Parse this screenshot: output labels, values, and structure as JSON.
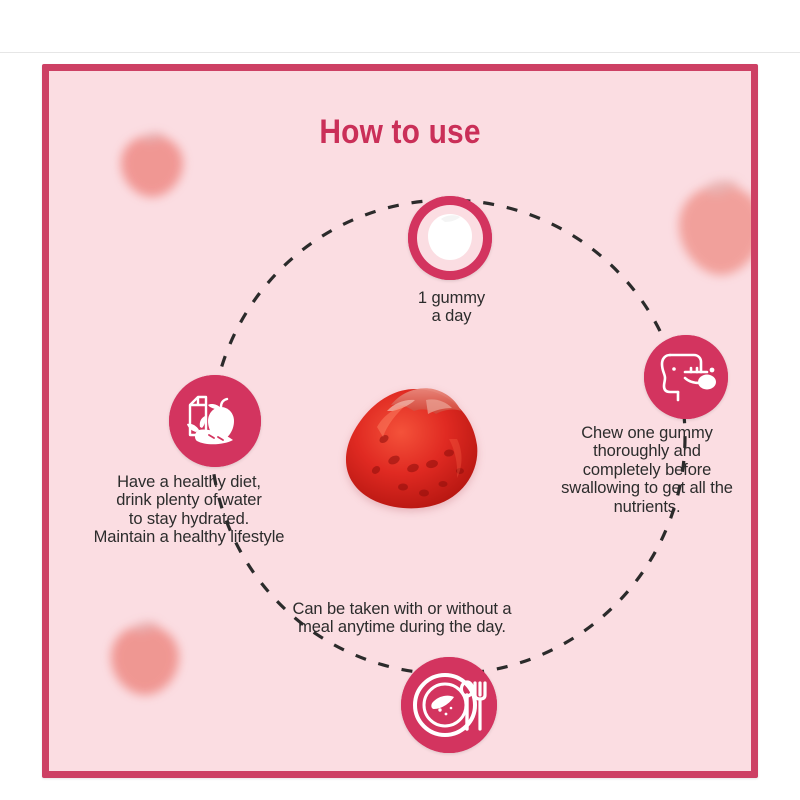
{
  "poster": {
    "title": "How to use",
    "background_color": "#fbdde2",
    "frame_color": "#cd4064",
    "accent_color": "#d3345f",
    "title_color": "#ca2f58",
    "text_color": "#2c2c2c"
  },
  "steps": [
    {
      "id": "one-gummy-a-day",
      "icon": "gummy-icon",
      "caption": "1 gummy\na day"
    },
    {
      "id": "chew-thoroughly",
      "icon": "chewing-head-icon",
      "caption": "Chew one gummy\nthoroughly and\ncompletely before\nswallowing to get all the\nnutrients."
    },
    {
      "id": "meal-anytime",
      "icon": "plate-cutlery-icon",
      "caption": "Can be taken with or without a\nmeal anytime during the day."
    },
    {
      "id": "healthy-diet",
      "icon": "healthy-food-icon",
      "caption": "Have a healthy diet,\ndrink plenty of water\nto stay hydrated.\nMaintain a healthy lifestyle"
    }
  ],
  "center": {
    "image": "strawberry-gummy"
  },
  "decorations": [
    {
      "name": "blurred-strawberry-top-left"
    },
    {
      "name": "blurred-strawberry-top-right"
    },
    {
      "name": "blurred-strawberry-bottom-left"
    }
  ]
}
